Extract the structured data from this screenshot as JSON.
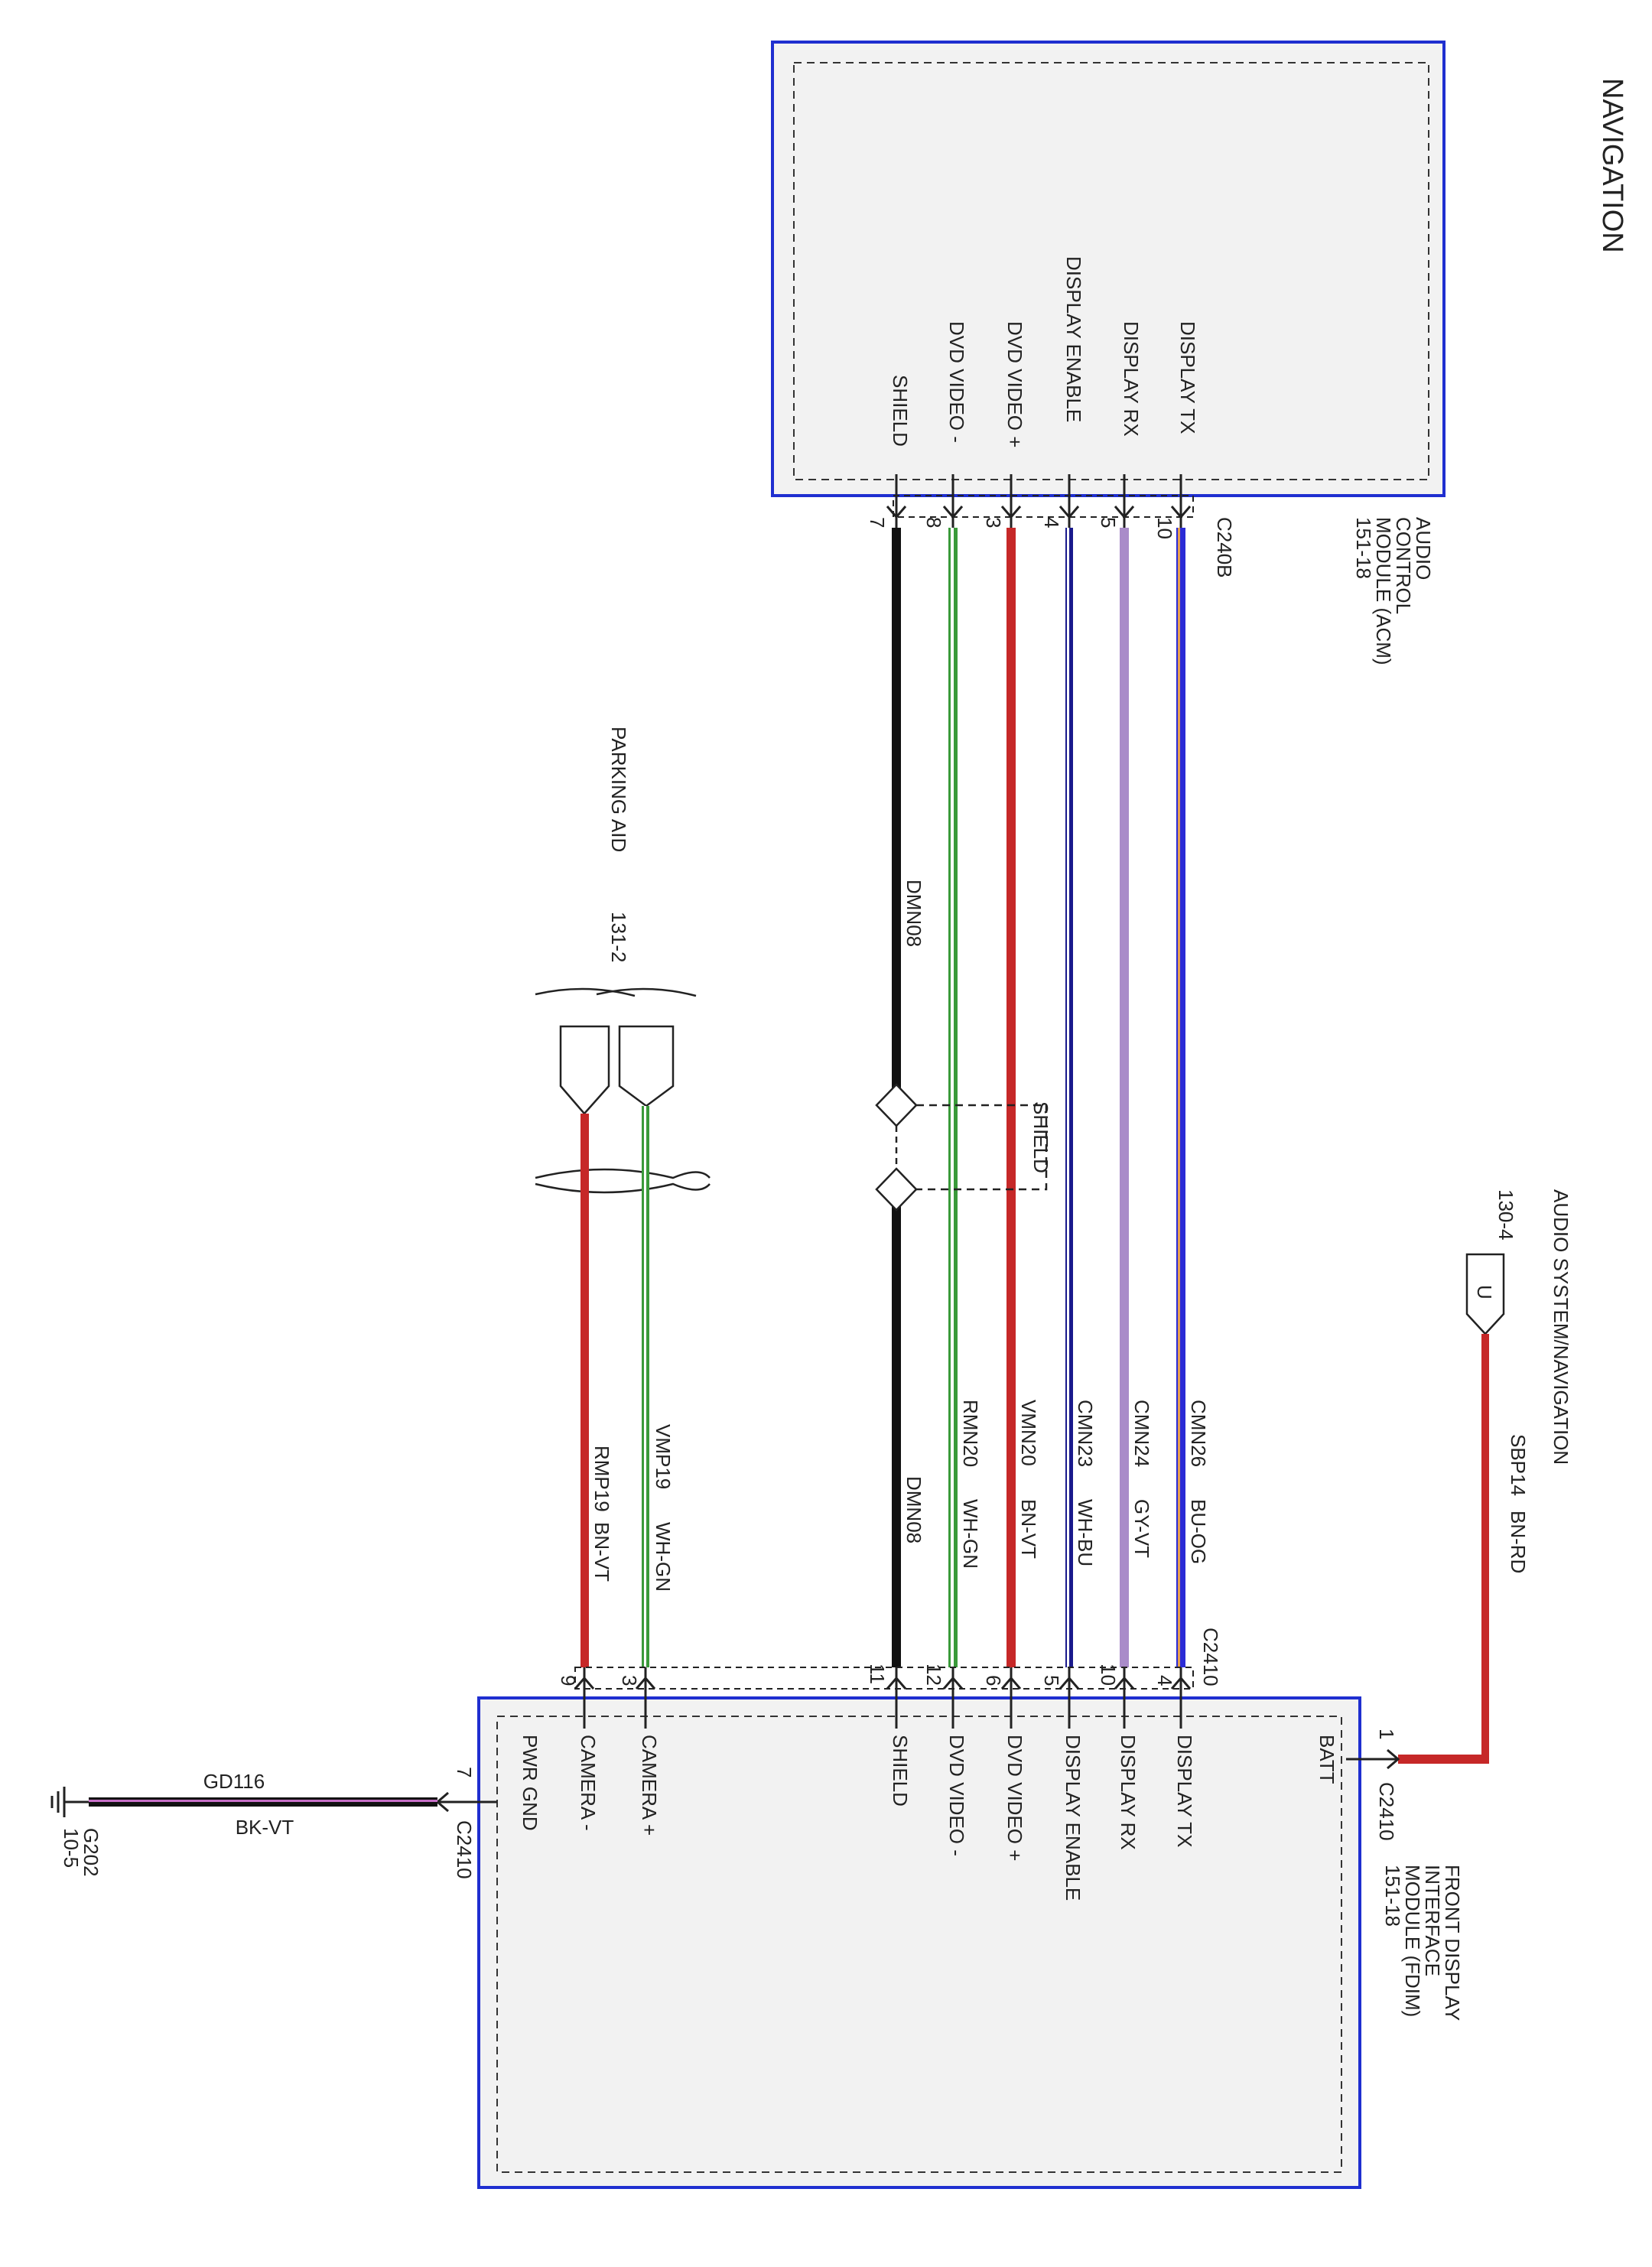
{
  "page_title": "NAVIGATION",
  "colors": {
    "module_border": "#1f2fd0",
    "module_fill": "#f2f2f2",
    "wire_black": "#111111",
    "wire_red": "#c62828",
    "wire_green": "#3a9a3a",
    "wire_blue": "#1a1a8c",
    "wire_gray_violet": "#a98bc9",
    "wire_blue_orange": "#2b2bd6"
  },
  "acm": {
    "name_lines": [
      "AUDIO",
      "CONTROL",
      "MODULE (ACM)",
      "151-18"
    ],
    "connector": "C240B",
    "pins": [
      {
        "pin": "10",
        "label": "DISPLAY TX"
      },
      {
        "pin": "5",
        "label": "DISPLAY RX"
      },
      {
        "pin": "4",
        "label": "DISPLAY ENABLE"
      },
      {
        "pin": "3",
        "label": "DVD VIDEO +"
      },
      {
        "pin": "8",
        "label": "DVD VIDEO -"
      },
      {
        "pin": "7",
        "label": "SHIELD"
      }
    ]
  },
  "fdim": {
    "name_lines": [
      "FRONT DISPLAY",
      "INTERFACE",
      "MODULE (FDIM)",
      "151-18"
    ],
    "connector": "C2410",
    "pins": [
      {
        "pin": "1",
        "label": "BATT"
      },
      {
        "pin": "4",
        "label": "DISPLAY TX"
      },
      {
        "pin": "10",
        "label": "DISPLAY RX"
      },
      {
        "pin": "5",
        "label": "DISPLAY ENABLE"
      },
      {
        "pin": "6",
        "label": "DVD VIDEO +"
      },
      {
        "pin": "12",
        "label": "DVD VIDEO -"
      },
      {
        "pin": "11",
        "label": "SHIELD"
      },
      {
        "pin": "3",
        "label": "CAMERA +"
      },
      {
        "pin": "9",
        "label": "CAMERA -"
      },
      {
        "pin": "7",
        "label": "PWR GND"
      }
    ]
  },
  "signal_wires": [
    {
      "circuit": "CMN26",
      "color": "BU-OG"
    },
    {
      "circuit": "CMN24",
      "color": "GY-VT"
    },
    {
      "circuit": "CMN23",
      "color": "WH-BU"
    },
    {
      "circuit": "VMN20",
      "color": "BN-VT"
    },
    {
      "circuit": "RMN20",
      "color": "WH-GN"
    },
    {
      "circuit": "DMN08",
      "color": ""
    }
  ],
  "shield": {
    "label": "SHIELD",
    "circuit": "DMN08"
  },
  "power": {
    "source": "AUDIO SYSTEM/NAVIGATION",
    "ref": "130-4",
    "tag": "U",
    "circuit": "SBP14",
    "color": "BN-RD"
  },
  "camera": {
    "source": "PARKING AID",
    "ref": "131-2",
    "wires": [
      {
        "circuit": "VMP19",
        "color": "WH-GN"
      },
      {
        "circuit": "RMP19",
        "color": "BN-VT"
      }
    ]
  },
  "ground": {
    "circuit": "GD116",
    "color": "BK-VT",
    "connector": "C2410",
    "pin": "7",
    "name": "G202",
    "ref": "10-5"
  }
}
